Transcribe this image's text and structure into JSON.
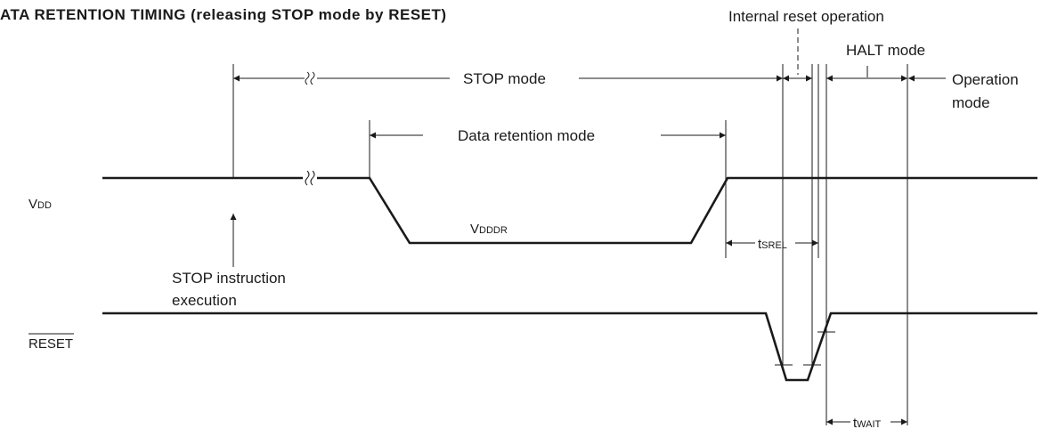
{
  "title": "ATA RETENTION TIMING   (releasing STOP mode by RESET)",
  "labels": {
    "internal_reset": "Internal reset operation",
    "halt_mode": "HALT mode",
    "stop_mode": "STOP mode",
    "operation_mode_line1": "Operation",
    "operation_mode_line2": "mode",
    "data_retention": "Data retention mode",
    "stop_exec_line1": "STOP instruction",
    "stop_exec_line2": "execution"
  },
  "signals": {
    "vdd_main": "V",
    "vdd_sub": "DD",
    "reset": "RESET",
    "vdddr_main": "V",
    "vdddr_sub": "DDDR"
  },
  "timings": {
    "tsrel_main": "t",
    "tsrel_sub": "SREL",
    "twait_main": "t",
    "twait_sub": "WAIT"
  }
}
